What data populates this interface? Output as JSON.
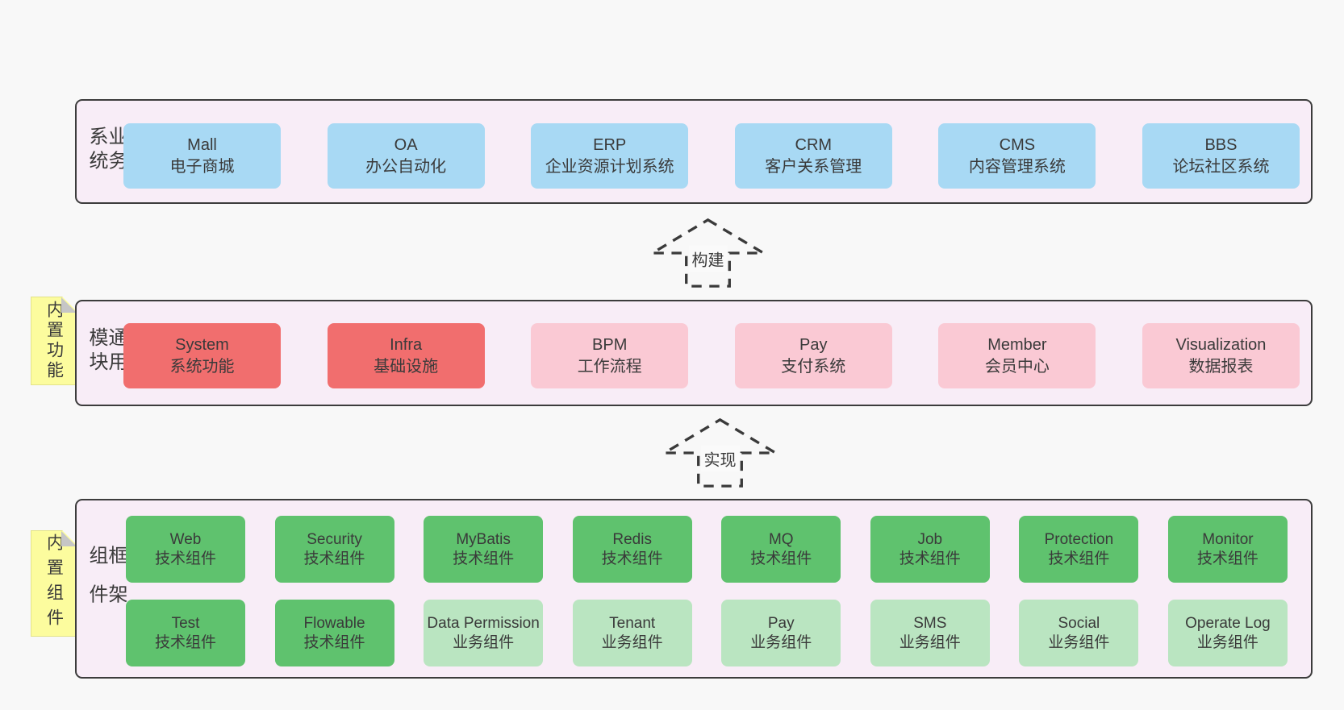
{
  "diagram": {
    "background": "#f8f8f8",
    "panel_fill": "#f8edf7",
    "panel_border": "#3c3c3c",
    "text_color": "#3a3a3a",
    "colors": {
      "blue": "#a8d9f4",
      "red": "#f16e6e",
      "pink": "#fac9d4",
      "green": "#5fc26e",
      "light_green": "#bae5c1",
      "sticky_yellow": "#fcfc9e"
    },
    "layers": {
      "business": {
        "label": "业务系统",
        "boxes": [
          {
            "title": "Mall",
            "subtitle": "电子商城",
            "color": "#a8d9f4"
          },
          {
            "title": "OA",
            "subtitle": "办公自动化",
            "color": "#a8d9f4"
          },
          {
            "title": "ERP",
            "subtitle": "企业资源计划系统",
            "color": "#a8d9f4"
          },
          {
            "title": "CRM",
            "subtitle": "客户关系管理",
            "color": "#a8d9f4"
          },
          {
            "title": "CMS",
            "subtitle": "内容管理系统",
            "color": "#a8d9f4"
          },
          {
            "title": "BBS",
            "subtitle": "论坛社区系统",
            "color": "#a8d9f4"
          }
        ]
      },
      "modules": {
        "label": "通用模块",
        "sticky": "内置功能",
        "boxes": [
          {
            "title": "System",
            "subtitle": "系统功能",
            "color": "#f16e6e"
          },
          {
            "title": "Infra",
            "subtitle": "基础设施",
            "color": "#f16e6e"
          },
          {
            "title": "BPM",
            "subtitle": "工作流程",
            "color": "#fac9d4"
          },
          {
            "title": "Pay",
            "subtitle": "支付系统",
            "color": "#fac9d4"
          },
          {
            "title": "Member",
            "subtitle": "会员中心",
            "color": "#fac9d4"
          },
          {
            "title": "Visualization",
            "subtitle": "数据报表",
            "color": "#fac9d4"
          }
        ]
      },
      "framework": {
        "label": "框架组件",
        "sticky": "内置组件",
        "row1": [
          {
            "title": "Web",
            "subtitle": "技术组件",
            "color": "#5fc26e"
          },
          {
            "title": "Security",
            "subtitle": "技术组件",
            "color": "#5fc26e"
          },
          {
            "title": "MyBatis",
            "subtitle": "技术组件",
            "color": "#5fc26e"
          },
          {
            "title": "Redis",
            "subtitle": "技术组件",
            "color": "#5fc26e"
          },
          {
            "title": "MQ",
            "subtitle": "技术组件",
            "color": "#5fc26e"
          },
          {
            "title": "Job",
            "subtitle": "技术组件",
            "color": "#5fc26e"
          },
          {
            "title": "Protection",
            "subtitle": "技术组件",
            "color": "#5fc26e"
          },
          {
            "title": "Monitor",
            "subtitle": "技术组件",
            "color": "#5fc26e"
          }
        ],
        "row2": [
          {
            "title": "Test",
            "subtitle": "技术组件",
            "color": "#5fc26e"
          },
          {
            "title": "Flowable",
            "subtitle": "技术组件",
            "color": "#5fc26e"
          },
          {
            "title": "Data Permission",
            "subtitle": "业务组件",
            "color": "#bae5c1"
          },
          {
            "title": "Tenant",
            "subtitle": "业务组件",
            "color": "#bae5c1"
          },
          {
            "title": "Pay",
            "subtitle": "业务组件",
            "color": "#bae5c1"
          },
          {
            "title": "SMS",
            "subtitle": "业务组件",
            "color": "#bae5c1"
          },
          {
            "title": "Social",
            "subtitle": "业务组件",
            "color": "#bae5c1"
          },
          {
            "title": "Operate Log",
            "subtitle": "业务组件",
            "color": "#bae5c1"
          }
        ]
      }
    },
    "arrows": {
      "build": "构建",
      "implement": "实现"
    }
  }
}
